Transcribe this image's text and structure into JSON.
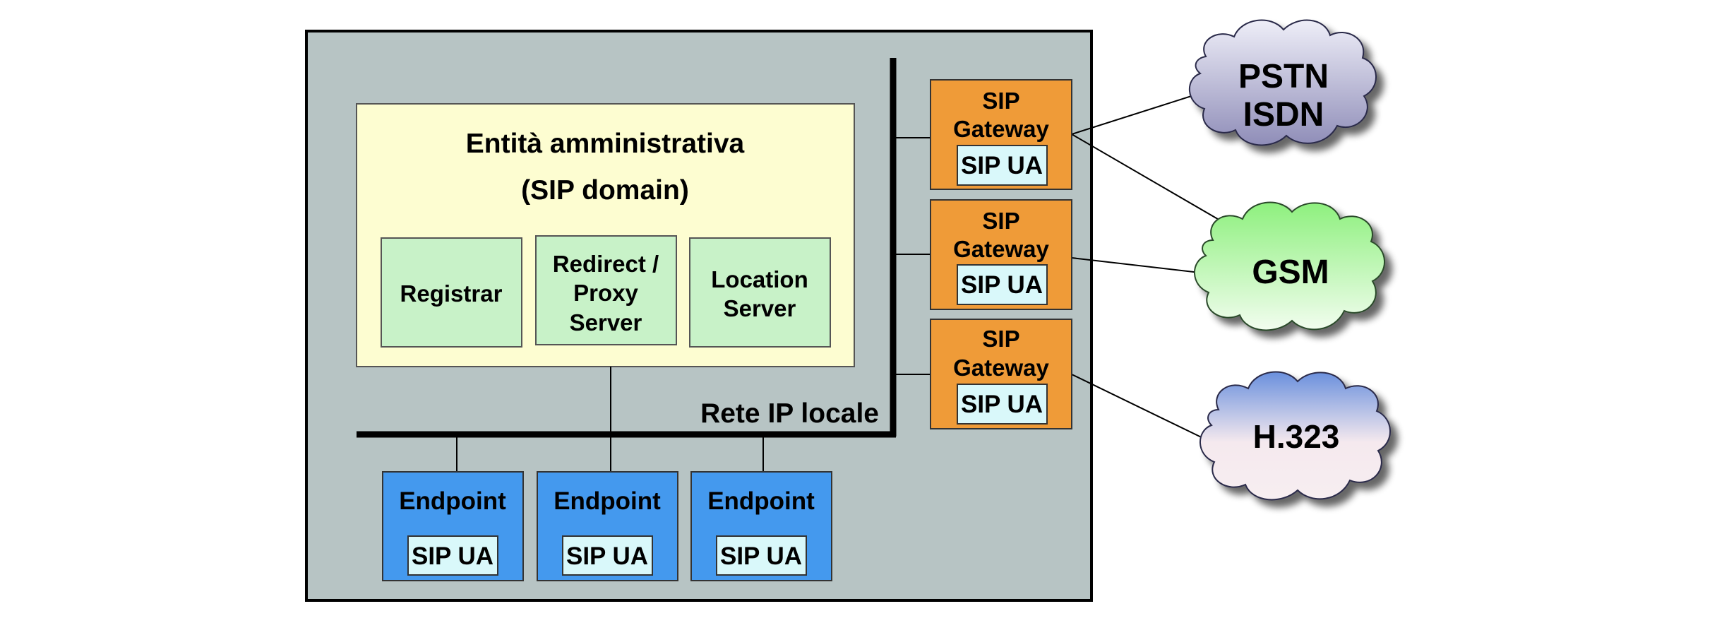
{
  "domain": {
    "title_line1": "Entità amministrativa",
    "title_line2": "(SIP domain)",
    "servers": [
      {
        "lines": [
          "Registrar"
        ]
      },
      {
        "lines": [
          "Redirect /",
          "Proxy",
          "Server"
        ]
      },
      {
        "lines": [
          "Location",
          "Server"
        ]
      }
    ]
  },
  "network": {
    "label": "Rete IP locale"
  },
  "endpoints": [
    {
      "label": "Endpoint",
      "ua": "SIP UA"
    },
    {
      "label": "Endpoint",
      "ua": "SIP UA"
    },
    {
      "label": "Endpoint",
      "ua": "SIP UA"
    }
  ],
  "gateways": [
    {
      "line1": "SIP",
      "line2": "Gateway",
      "ua": "SIP UA"
    },
    {
      "line1": "SIP",
      "line2": "Gateway",
      "ua": "SIP UA"
    },
    {
      "line1": "SIP",
      "line2": "Gateway",
      "ua": "SIP UA"
    }
  ],
  "clouds": [
    {
      "lines": [
        "PSTN",
        "ISDN"
      ]
    },
    {
      "lines": [
        "GSM"
      ]
    },
    {
      "lines": [
        "H.323"
      ]
    }
  ],
  "colors": {
    "enclosure": "#b7c4c4",
    "domain_box": "#fdfdd1",
    "server_box": "#c8f2c8",
    "endpoint_box": "#4499ee",
    "gateway_box": "#ef9b38",
    "ua_box": "#d9f8fa",
    "cloud_pstn": "#c3c2da",
    "cloud_gsm": "#c8f7bf",
    "cloud_h323": "#ece3ee"
  }
}
